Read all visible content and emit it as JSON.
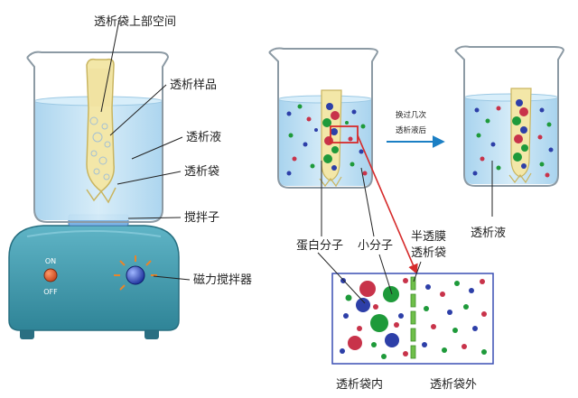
{
  "labels": {
    "bag_upper_space": "透析袋上部空间",
    "sample": "透析样品",
    "dialysate_left": "透析液",
    "bag": "透析袋",
    "stir_bar": "搅拌子",
    "magnetic_stirrer": "磁力搅拌器",
    "on": "ON",
    "off": "OFF",
    "step_line1": "换过几次",
    "step_line2": "透析液后",
    "dialysate_right": "透析液",
    "protein": "蛋白分子",
    "small_molecule": "小分子",
    "membrane_line1": "半透膜",
    "membrane_line2": "透析袋",
    "inside_bag": "透析袋内",
    "outside_bag": "透析袋外"
  },
  "colors": {
    "liquid": "#bfe0f4",
    "stirrer_body": "#3d98ae",
    "membrane": "#6fbf4a",
    "blue_molecule": "#2d3fa8",
    "green_molecule": "#1e9a3a",
    "red_molecule": "#c8334a",
    "arrow_blue": "#1b7fc4",
    "zoom_red": "#d62b2b",
    "zoom_box_border": "#3a4fb4"
  }
}
